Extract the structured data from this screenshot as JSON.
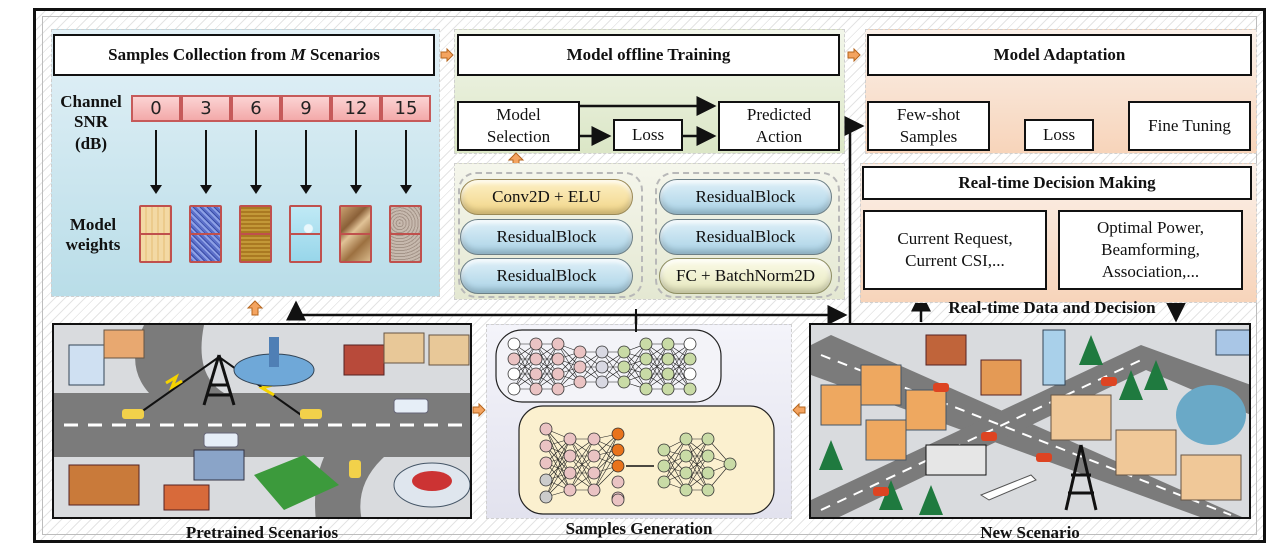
{
  "diagram": {
    "sections": {
      "samples_collection": {
        "title_prefix": "Samples Collection from ",
        "title_var": "M",
        "title_suffix": " Scenarios",
        "snr_label": [
          "Channel",
          "SNR",
          "(dB)"
        ],
        "snr_values": [
          "0",
          "3",
          "6",
          "9",
          "12",
          "15"
        ],
        "weights_label": [
          "Model",
          "weights"
        ],
        "weight_textures": [
          "parchment",
          "blue-fabric",
          "woven",
          "water",
          "sand",
          "granite"
        ]
      },
      "offline_training": {
        "title": "Model offline Training",
        "model_selection": [
          "Model",
          "Selection"
        ],
        "loss": "Loss",
        "predicted_action": [
          "Predicted",
          "Action"
        ],
        "layers_left": [
          "Conv2D + ELU",
          "ResidualBlock",
          "ResidualBlock"
        ],
        "layers_right": [
          "ResidualBlock",
          "ResidualBlock",
          "FC + BatchNorm2D"
        ]
      },
      "model_adaptation": {
        "title": "Model Adaptation",
        "few_shot": [
          "Few-shot",
          "Samples"
        ],
        "loss": "Loss",
        "fine_tuning": "Fine Tuning"
      },
      "decision_making": {
        "title": "Real-time Decision Making",
        "input_box": [
          "Current Request,",
          "Current CSI,..."
        ],
        "output_box": [
          "Optimal Power,",
          "Beamforming,",
          "Association,..."
        ],
        "flow_label": "Real-time Data and Decision"
      }
    },
    "scenes": {
      "pretrained": {
        "caption": "Pretrained Scenarios"
      },
      "generation": {
        "caption": "Samples Generation"
      },
      "new": {
        "caption": "New Scenario"
      }
    },
    "colors": {
      "accent_orange": "#f4a460",
      "snr_cell": "#f3a9a9",
      "weight_border": "#c0504d",
      "panel_blue": "#b9dde8",
      "panel_green": "#dbe6c6",
      "panel_orange": "#f7d4ba",
      "node_pink": "#eac3c3",
      "node_green": "#c9dba6",
      "node_orange": "#e8731c"
    }
  }
}
